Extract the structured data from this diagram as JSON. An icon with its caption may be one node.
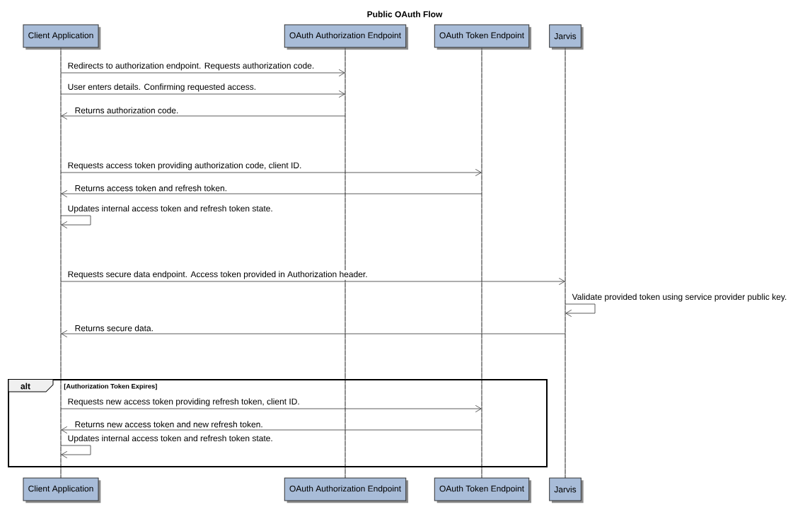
{
  "diagram": {
    "title": "Public OAuth Flow",
    "nodes": [
      {
        "text": [
          "Client Application"
        ]
      },
      {
        "text": [
          "OAuth Authorization Endpoint"
        ]
      },
      {
        "text": [
          "OAuth Token Endpoint"
        ]
      },
      {
        "text": [
          "Jarvis"
        ]
      },
      {
        "text": [],
        "shape": "bar"
      },
      {
        "text": [],
        "shape": "bar"
      },
      {
        "text": [],
        "shape": "bar"
      },
      {
        "text": [],
        "shape": "bar"
      },
      {
        "text": [
          "Client Application"
        ]
      },
      {
        "text": [
          "OAuth Authorization Endpoint"
        ]
      },
      {
        "text": [
          "OAuth Token Endpoint"
        ]
      },
      {
        "text": [
          "Jarvis"
        ]
      }
    ],
    "labels": [
      "alt",
      "[Authorization Token Expires]"
    ],
    "edges": [
      {
        "from": 4,
        "to": 5,
        "arrow": "to",
        "label": "Redirects to authorization endpoint. Requests authorization code."
      },
      {
        "from": 4,
        "to": 5,
        "arrow": "to",
        "label": "User enters details. Confirming requested access."
      },
      {
        "from": 5,
        "to": 4,
        "arrow": "to",
        "label": "Returns authorization code."
      },
      {
        "from": 4,
        "to": 6,
        "arrow": "to",
        "label": "Requests access token providing authorization code, client ID."
      },
      {
        "from": 6,
        "to": 4,
        "arrow": "to",
        "label": "Returns access token and refresh token."
      },
      {
        "from": 4,
        "to": 4,
        "arrow": "to",
        "label": "Updates internal access token and refresh token state."
      },
      {
        "from": 4,
        "to": 7,
        "arrow": "to",
        "label": "Requests secure data endpoint. Access token provided in Authorization header."
      },
      {
        "from": 7,
        "to": 7,
        "arrow": "to",
        "label": "Validate provided token using service provider public key."
      },
      {
        "from": 7,
        "to": 4,
        "arrow": "to",
        "label": "Returns secure data."
      },
      {
        "from": 4,
        "to": 6,
        "arrow": "to",
        "label": "Requests new access token providing refresh token, client ID."
      },
      {
        "from": 6,
        "to": 4,
        "arrow": "to",
        "label": "Returns new access token and new refresh token."
      },
      {
        "from": 4,
        "to": 4,
        "arrow": "to",
        "label": "Updates internal access token and refresh token state."
      }
    ]
  }
}
